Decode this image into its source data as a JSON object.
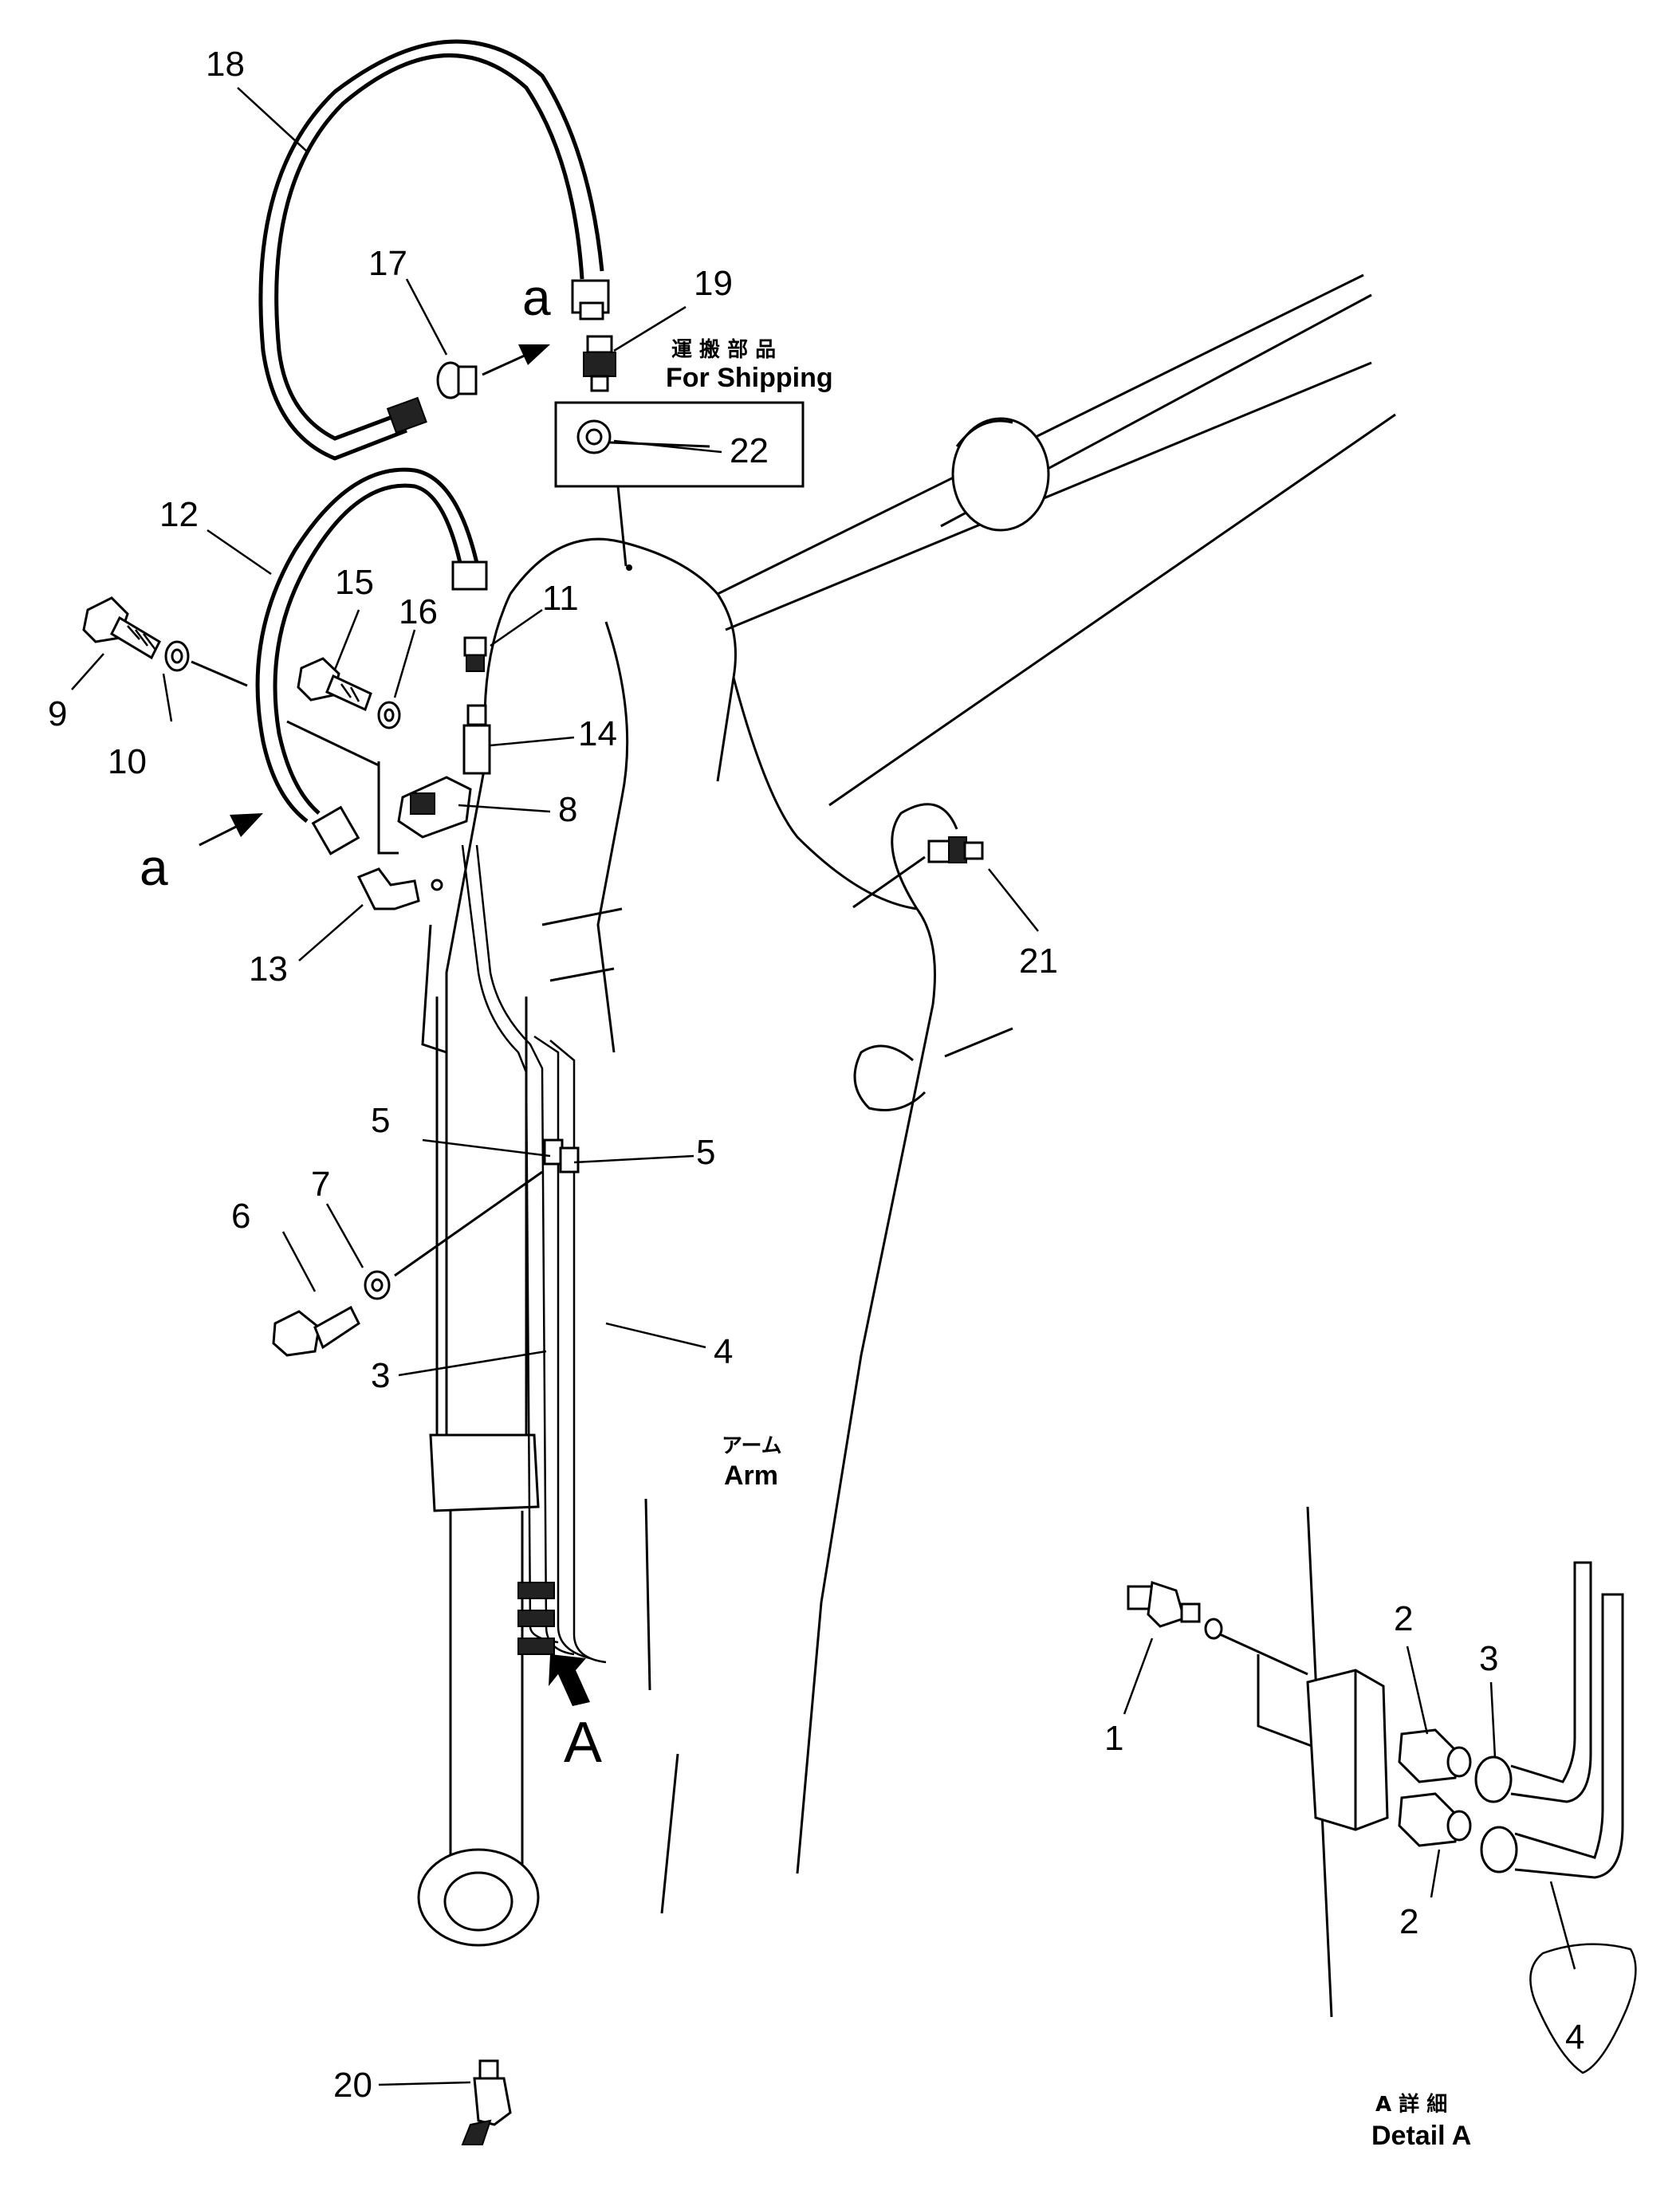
{
  "part_numbers": {
    "p1": "1",
    "p2a": "2",
    "p2b": "2",
    "p3a": "3",
    "p3b": "3",
    "p4a": "4",
    "p4b": "4",
    "p5a": "5",
    "p5b": "5",
    "p6": "6",
    "p7": "7",
    "p8": "8",
    "p9": "9",
    "p10": "10",
    "p11": "11",
    "p12": "12",
    "p13": "13",
    "p14": "14",
    "p15": "15",
    "p16": "16",
    "p17": "17",
    "p18": "18",
    "p19": "19",
    "p20": "20",
    "p21": "21",
    "p22": "22"
  },
  "markers": {
    "a_top": "a",
    "a_left": "a",
    "view_A": "A"
  },
  "captions": {
    "shipping_jp": "運 搬 部 品",
    "shipping_en": "For Shipping",
    "arm_jp": "アーム",
    "arm_en": "Arm",
    "detail_jp": "A 詳 細",
    "detail_en": "Detail A"
  }
}
